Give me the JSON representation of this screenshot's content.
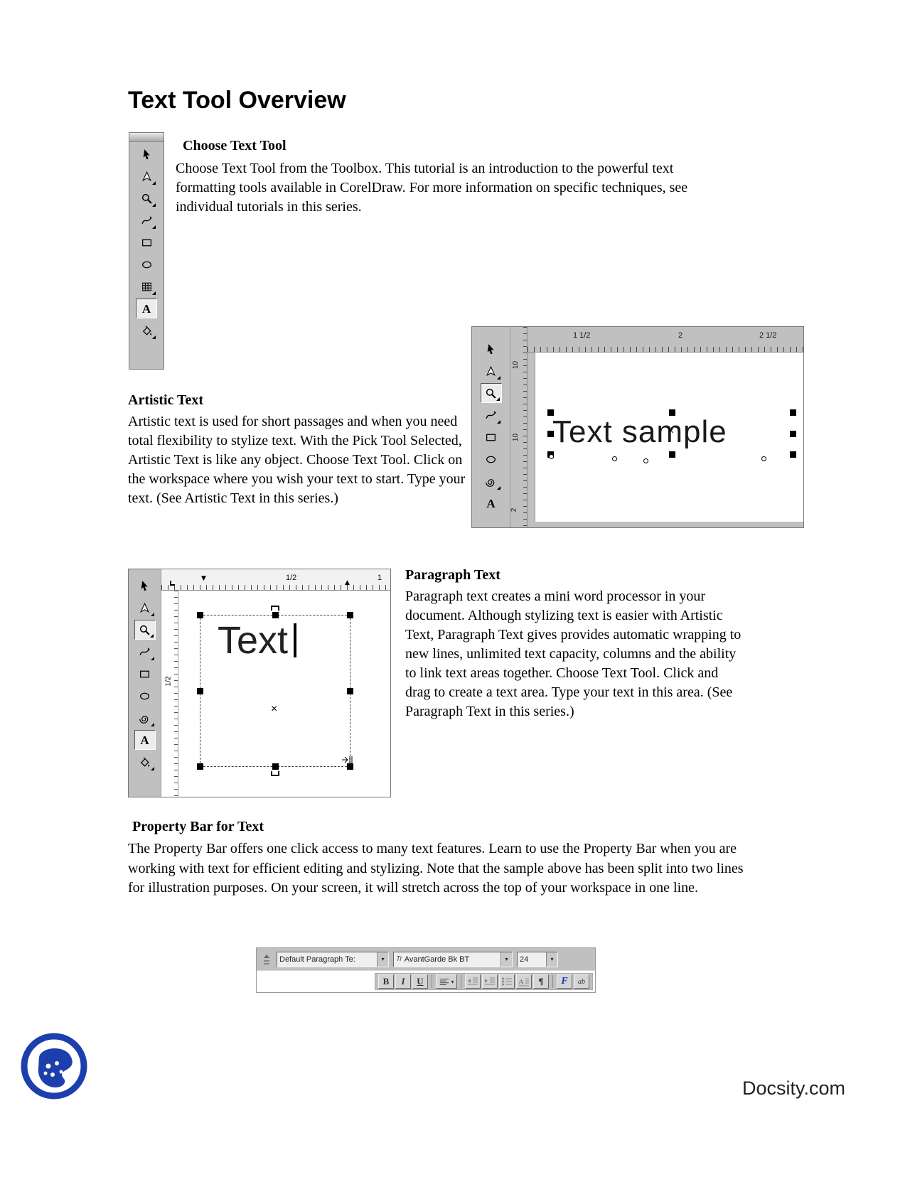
{
  "title": "Text Tool Overview",
  "sections": {
    "choose": {
      "heading": "Choose Text Tool",
      "body": "Choose Text Tool from the Toolbox. This tutorial is an introduction to the powerful text formatting tools available in CorelDraw. For more information on specific techniques, see individual tutorials in this series."
    },
    "artistic": {
      "heading": "Artistic Text",
      "body": "Artistic text is used for short passages and when you need total flexibility to stylize text. With the Pick Tool Selected, Artistic Text is like any object. Choose Text Tool. Click on the workspace where you wish your text to start. Type your text. (See Artistic Text in this series.)"
    },
    "paragraph": {
      "heading": "Paragraph Text",
      "body": "Paragraph text creates a mini word processor in your document. Although stylizing text is easier with Artistic Text, Paragraph Text gives provides automatic wrapping to new lines, unlimited text capacity, columns and the ability to link text areas together. Choose Text Tool. Click and drag to create a text area. Type your text in this area. (See Paragraph Text in this series.)"
    },
    "property": {
      "heading": "Property Bar for Text",
      "body": "The Property Bar offers one click access to many text features. Learn to use the Property Bar when you are working with text for efficient editing and stylizing. Note that the sample above has been split into two lines for illustration purposes. On your screen, it will stretch across the top of your workspace in one line."
    }
  },
  "toolboxes": {
    "main": [
      {
        "name": "pick-tool",
        "pressed": false
      },
      {
        "name": "shape-tool",
        "pressed": false,
        "flyout": true
      },
      {
        "name": "zoom-tool",
        "pressed": false,
        "flyout": true
      },
      {
        "name": "freehand-tool",
        "pressed": false,
        "flyout": true
      },
      {
        "name": "rectangle-tool",
        "pressed": false
      },
      {
        "name": "ellipse-tool",
        "pressed": false
      },
      {
        "name": "graph-paper-tool",
        "pressed": false,
        "flyout": true
      },
      {
        "name": "text-tool",
        "pressed": true
      },
      {
        "name": "fill-tool",
        "pressed": false,
        "flyout": true
      }
    ],
    "artistic": [
      {
        "name": "pick-tool",
        "pressed": false
      },
      {
        "name": "shape-tool",
        "pressed": false,
        "flyout": true
      },
      {
        "name": "zoom-tool",
        "pressed": true,
        "flyout": true
      },
      {
        "name": "freehand-tool",
        "pressed": false,
        "flyout": true
      },
      {
        "name": "rectangle-tool",
        "pressed": false
      },
      {
        "name": "ellipse-tool",
        "pressed": false
      },
      {
        "name": "spiral-tool",
        "pressed": false,
        "flyout": true
      },
      {
        "name": "text-tool",
        "pressed": false
      }
    ],
    "paragraph": [
      {
        "name": "pick-tool",
        "pressed": false
      },
      {
        "name": "shape-tool",
        "pressed": false,
        "flyout": true
      },
      {
        "name": "zoom-tool",
        "pressed": true,
        "flyout": true
      },
      {
        "name": "freehand-tool",
        "pressed": false,
        "flyout": true
      },
      {
        "name": "rectangle-tool",
        "pressed": false
      },
      {
        "name": "ellipse-tool",
        "pressed": false
      },
      {
        "name": "spiral-tool",
        "pressed": false,
        "flyout": true
      },
      {
        "name": "text-tool",
        "pressed": true
      },
      {
        "name": "fill-tool",
        "pressed": false,
        "flyout": true
      }
    ]
  },
  "screens": {
    "artistic": {
      "hruler_labels": [
        "1 1/2",
        "2",
        "2 1/2"
      ],
      "vruler_labels": [
        "10",
        "10",
        "2"
      ],
      "canvas_text": "Text sample",
      "center_marker": "×"
    },
    "paragraph": {
      "hruler_labels": [
        "1/2",
        "1"
      ],
      "vruler_labels": [
        "1/2"
      ],
      "canvas_text": "Text",
      "center_marker": "×"
    }
  },
  "property_bar": {
    "style_value": "Default Paragraph Te:",
    "font_type": "Tr",
    "font_value": "AvantGarde Bk BT",
    "size_value": "24",
    "dropdown_arrow": "▾",
    "row2": [
      {
        "name": "bold-button",
        "label": "B"
      },
      {
        "name": "italic-button",
        "label": "I"
      },
      {
        "name": "underline-button",
        "label": "U"
      },
      {
        "name": "separator"
      },
      {
        "name": "alignment-dropdown"
      },
      {
        "name": "separator"
      },
      {
        "name": "indent-decrease-button",
        "disabled": true
      },
      {
        "name": "indent-increase-button",
        "disabled": true
      },
      {
        "name": "bullet-list-button",
        "disabled": true
      },
      {
        "name": "drop-cap-button",
        "disabled": true
      },
      {
        "name": "show-formatting-button",
        "label": "¶"
      },
      {
        "name": "separator"
      },
      {
        "name": "format-text-button",
        "label": "F"
      },
      {
        "name": "edit-text-button",
        "label": "ab"
      }
    ]
  },
  "footer": {
    "brand": "Docsity.com"
  }
}
